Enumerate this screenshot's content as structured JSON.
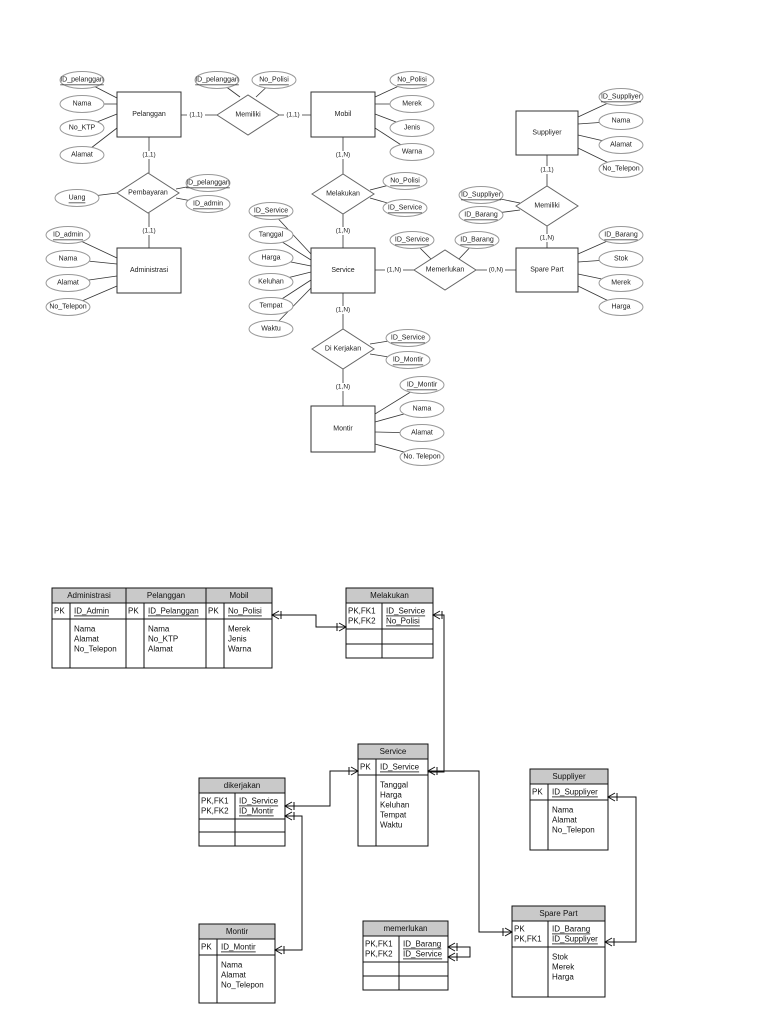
{
  "erd": {
    "entities": [
      {
        "id": "pelanggan",
        "label": "Pelanggan"
      },
      {
        "id": "mobil",
        "label": "Mobil"
      },
      {
        "id": "suppliyer",
        "label": "Suppliyer"
      },
      {
        "id": "administrasi",
        "label": "Administrasi"
      },
      {
        "id": "service",
        "label": "Service"
      },
      {
        "id": "sparepart",
        "label": "Spare Part"
      },
      {
        "id": "montir",
        "label": "Montir"
      }
    ],
    "relationships": [
      {
        "id": "memiliki1",
        "label": "Memiliki"
      },
      {
        "id": "pembayaran",
        "label": "Pembayaran"
      },
      {
        "id": "melakukan",
        "label": "Melakukan"
      },
      {
        "id": "memiliki2",
        "label": "Memiliki"
      },
      {
        "id": "memerlukan",
        "label": "Memerlukan"
      },
      {
        "id": "dikerjakan",
        "label": "Di Kerjakan"
      }
    ],
    "attributes": [
      {
        "id": "a1",
        "label": "ID_pelanggan",
        "key": true
      },
      {
        "id": "a2",
        "label": "Nama",
        "key": false
      },
      {
        "id": "a3",
        "label": "No_KTP",
        "key": false
      },
      {
        "id": "a4",
        "label": "Alamat",
        "key": false
      },
      {
        "id": "a5",
        "label": "ID_pelanggan",
        "key": true
      },
      {
        "id": "a6",
        "label": "No_Polisi",
        "key": true
      },
      {
        "id": "a7",
        "label": "No_Polisi",
        "key": true
      },
      {
        "id": "a8",
        "label": "Merek",
        "key": false
      },
      {
        "id": "a9",
        "label": "Jenis",
        "key": false
      },
      {
        "id": "a10",
        "label": "Warna",
        "key": false
      },
      {
        "id": "a11",
        "label": "ID_Suppliyer",
        "key": true
      },
      {
        "id": "a12",
        "label": "Nama",
        "key": false
      },
      {
        "id": "a13",
        "label": "Alamat",
        "key": false
      },
      {
        "id": "a14",
        "label": "No_Telepon",
        "key": false
      },
      {
        "id": "a15",
        "label": "Uang",
        "key": true
      },
      {
        "id": "a16",
        "label": "ID_pelanggan",
        "key": true
      },
      {
        "id": "a17",
        "label": "ID_admin",
        "key": true
      },
      {
        "id": "a18",
        "label": "No_Polisi",
        "key": true
      },
      {
        "id": "a19",
        "label": "ID_Service",
        "key": true
      },
      {
        "id": "a20",
        "label": "ID_Suppliyer",
        "key": true
      },
      {
        "id": "a21",
        "label": "ID_Barang",
        "key": true
      },
      {
        "id": "a22",
        "label": "ID_admin",
        "key": true
      },
      {
        "id": "a23",
        "label": "Nama",
        "key": false
      },
      {
        "id": "a24",
        "label": "Alamat",
        "key": false
      },
      {
        "id": "a25",
        "label": "No_Telepon",
        "key": false
      },
      {
        "id": "a26",
        "label": "ID_Service",
        "key": true
      },
      {
        "id": "a27",
        "label": "Tanggal",
        "key": false
      },
      {
        "id": "a28",
        "label": "Harga",
        "key": false
      },
      {
        "id": "a29",
        "label": "Keluhan",
        "key": false
      },
      {
        "id": "a30",
        "label": "Tempat",
        "key": false
      },
      {
        "id": "a31",
        "label": "Waktu",
        "key": false
      },
      {
        "id": "a32",
        "label": "ID_Service",
        "key": true
      },
      {
        "id": "a33",
        "label": "ID_Barang",
        "key": true
      },
      {
        "id": "a34",
        "label": "ID_Barang",
        "key": true
      },
      {
        "id": "a35",
        "label": "Stok",
        "key": false
      },
      {
        "id": "a36",
        "label": "Merek",
        "key": false
      },
      {
        "id": "a37",
        "label": "Harga",
        "key": false
      },
      {
        "id": "a38",
        "label": "ID_Service",
        "key": true
      },
      {
        "id": "a39",
        "label": "ID_Montir",
        "key": true
      },
      {
        "id": "a40",
        "label": "ID_Montir",
        "key": true
      },
      {
        "id": "a41",
        "label": "Nama",
        "key": false
      },
      {
        "id": "a42",
        "label": "Alamat",
        "key": false
      },
      {
        "id": "a43",
        "label": "No. Telepon",
        "key": false
      }
    ],
    "cardinalities": [
      {
        "id": "c1",
        "label": "(1,1)"
      },
      {
        "id": "c2",
        "label": "(1,1)"
      },
      {
        "id": "c3",
        "label": "(1,1)"
      },
      {
        "id": "c4",
        "label": "(1,1)"
      },
      {
        "id": "c5",
        "label": "(1,N)"
      },
      {
        "id": "c6",
        "label": "(1,N)"
      },
      {
        "id": "c7",
        "label": "(1,1)"
      },
      {
        "id": "c8",
        "label": "(1,N)"
      },
      {
        "id": "c9",
        "label": "(1,N)"
      },
      {
        "id": "c10",
        "label": "(0,N)"
      },
      {
        "id": "c11",
        "label": "(1,N)"
      },
      {
        "id": "c12",
        "label": "(1,N)"
      }
    ]
  },
  "tables": [
    {
      "id": "t_admin",
      "title": "Administrasi",
      "pk_key": [
        "PK"
      ],
      "pk_val": [
        "ID_Admin"
      ],
      "fields": [
        "Nama",
        "Alamat",
        "No_Telepon"
      ]
    },
    {
      "id": "t_pelanggan",
      "title": "Pelanggan",
      "pk_key": [
        "PK"
      ],
      "pk_val": [
        "ID_Pelanggan"
      ],
      "fields": [
        "Nama",
        "No_KTP",
        "Alamat"
      ]
    },
    {
      "id": "t_mobil",
      "title": "Mobil",
      "pk_key": [
        "PK"
      ],
      "pk_val": [
        "No_Polisi"
      ],
      "fields": [
        "Merek",
        "Jenis",
        "Warna"
      ]
    },
    {
      "id": "t_melakukan",
      "title": "Melakukan",
      "pk_key": [
        "PK,FK1",
        "PK,FK2"
      ],
      "pk_val": [
        "ID_Service",
        "No_Polisi"
      ],
      "fields": []
    },
    {
      "id": "t_service",
      "title": "Service",
      "pk_key": [
        "PK"
      ],
      "pk_val": [
        "ID_Service"
      ],
      "fields": [
        "Tanggal",
        "Harga",
        "Keluhan",
        "Tempat",
        "Waktu"
      ]
    },
    {
      "id": "t_dikerjakan",
      "title": "dikerjakan",
      "pk_key": [
        "PK,FK1",
        "PK,FK2"
      ],
      "pk_val": [
        "ID_Service",
        "ID_Montir"
      ],
      "fields": []
    },
    {
      "id": "t_suppliyer",
      "title": "Suppliyer",
      "pk_key": [
        "PK"
      ],
      "pk_val": [
        "ID_Suppliyer"
      ],
      "fields": [
        "Nama",
        "Alamat",
        "No_Telepon"
      ]
    },
    {
      "id": "t_montir",
      "title": "Montir",
      "pk_key": [
        "PK"
      ],
      "pk_val": [
        "ID_Montir"
      ],
      "fields": [
        "Nama",
        "Alamat",
        "No_Telepon"
      ]
    },
    {
      "id": "t_memerlukan",
      "title": "memerlukan",
      "pk_key": [
        "PK,FK1",
        "PK,FK2"
      ],
      "pk_val": [
        "ID_Barang",
        "ID_Service"
      ],
      "fields": []
    },
    {
      "id": "t_sparepart",
      "title": "Spare Part",
      "pk_key": [
        "PK",
        "PK,FK1"
      ],
      "pk_val": [
        "ID_Barang",
        "ID_Suppliyer"
      ],
      "fields": [
        "Stok",
        "Merek",
        "Harga"
      ]
    }
  ]
}
